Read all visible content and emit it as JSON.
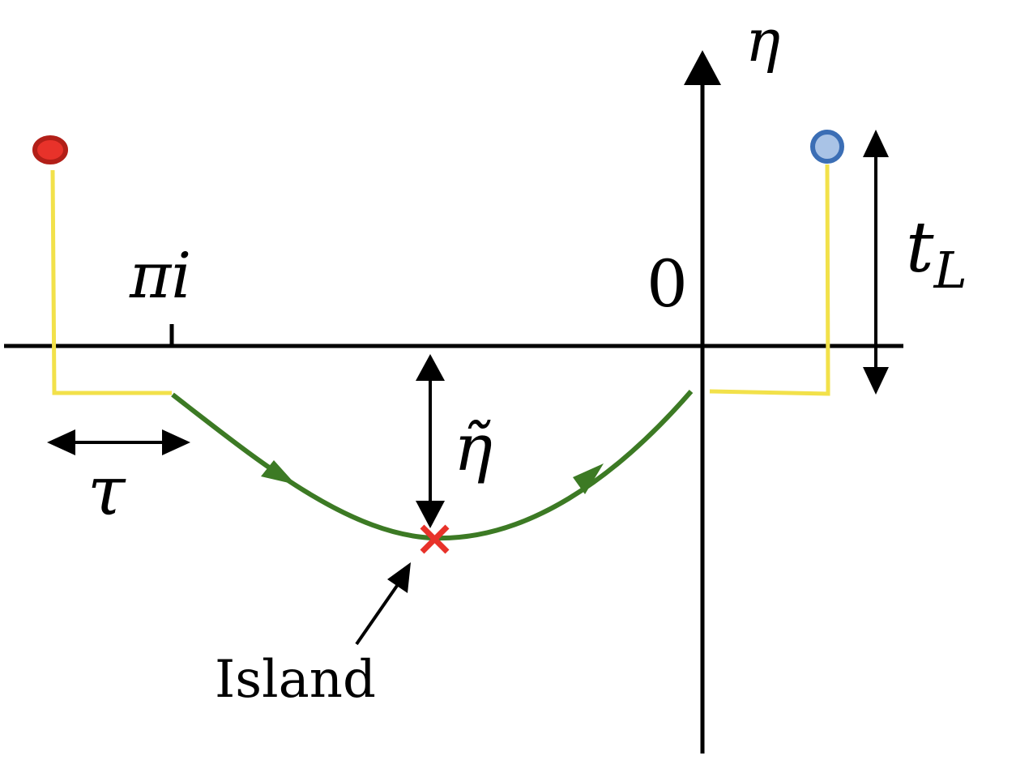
{
  "labels": {
    "eta_axis": "η",
    "origin": "0",
    "pi_i": "πi",
    "t_L": "t",
    "t_L_sub": "L",
    "tau": "τ",
    "eta_tilde": "η̃",
    "island": "Island"
  },
  "colors": {
    "axis": "#000000",
    "contour": "#3c7a24",
    "yellow_path": "#f2e14a",
    "red_point_fill": "#e8322a",
    "red_point_stroke": "#b21f18",
    "blue_point_fill": "#a9c3e6",
    "blue_point_stroke": "#3b6eb5",
    "island_marker": "#e8322a"
  }
}
